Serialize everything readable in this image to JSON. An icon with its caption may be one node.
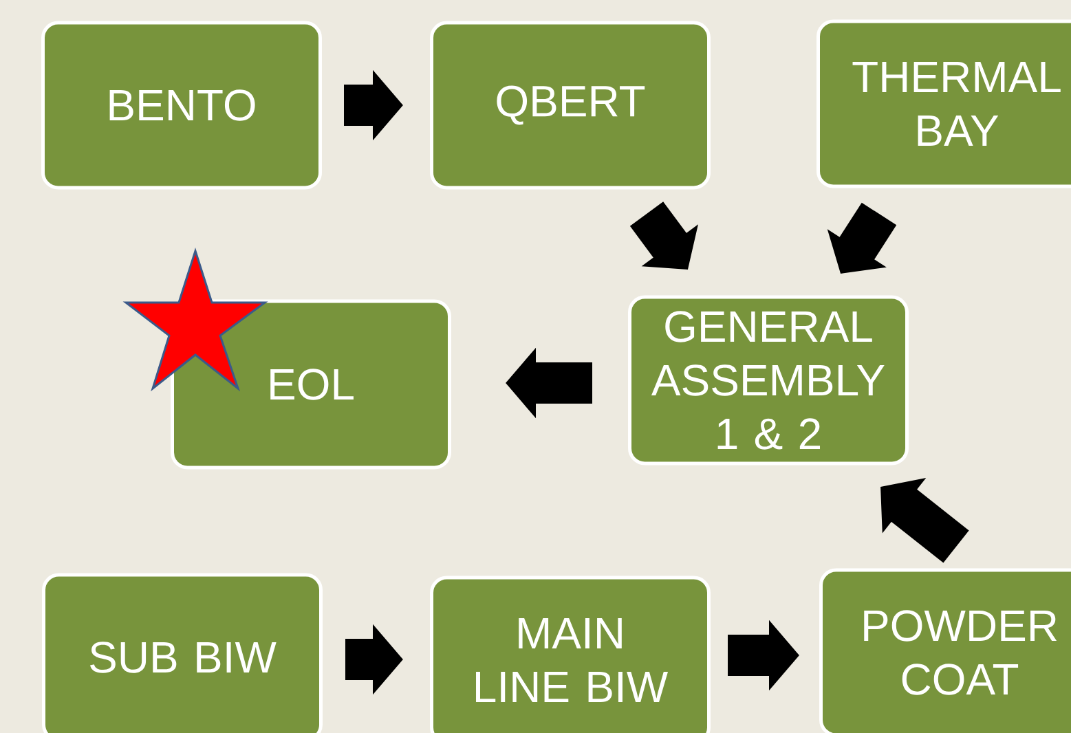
{
  "diagram": {
    "nodes": [
      {
        "text": [
          "BENTO"
        ]
      },
      {
        "text": [
          "QBERT"
        ]
      },
      {
        "text": [
          "THERMAL BAY"
        ]
      },
      {
        "text": [
          "EOL"
        ]
      },
      {
        "text": [
          "GENERAL ASSEMBLY 1 & 2"
        ]
      },
      {
        "text": [
          "SUB BIW"
        ]
      },
      {
        "text": [
          "MAIN LINE BIW"
        ]
      },
      {
        "text": [
          "POWDER COAT"
        ]
      }
    ],
    "edges": [
      {
        "from": 0,
        "to": 1,
        "arrow": "to"
      },
      {
        "from": 1,
        "to": 4,
        "arrow": "to"
      },
      {
        "from": 2,
        "to": 4,
        "arrow": "to"
      },
      {
        "from": 4,
        "to": 3,
        "arrow": "to"
      },
      {
        "from": 5,
        "to": 6,
        "arrow": "to"
      },
      {
        "from": 6,
        "to": 7,
        "arrow": "to"
      },
      {
        "from": 7,
        "to": 4,
        "arrow": "to"
      }
    ]
  }
}
